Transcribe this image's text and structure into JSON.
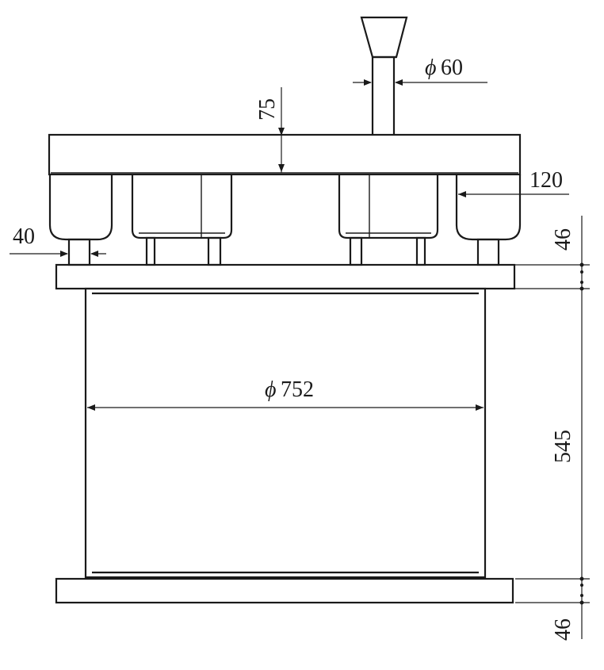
{
  "dimensions": {
    "rod_diameter": {
      "symbol": "ϕ",
      "value": "60"
    },
    "plate_thickness": "75",
    "block_width": "120",
    "post_width": "40",
    "flange_top_thickness": "46",
    "barrel_diameter": {
      "symbol": "ϕ",
      "value": "752"
    },
    "barrel_height": "545",
    "flange_bottom_thickness": "46"
  }
}
